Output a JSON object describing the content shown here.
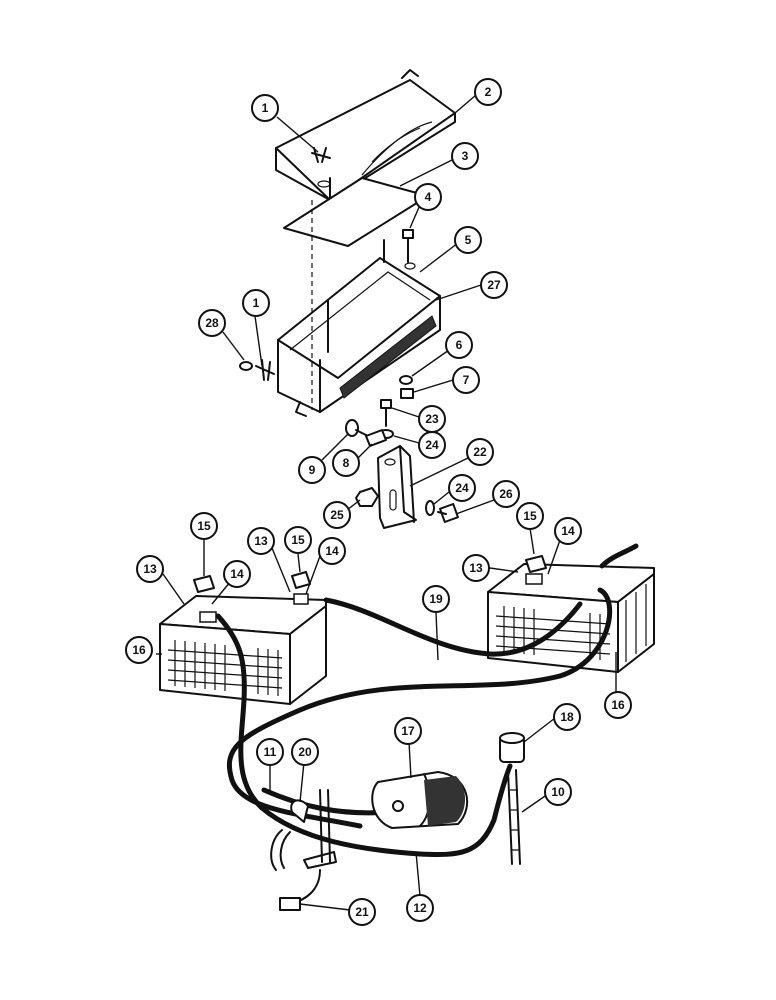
{
  "callouts": [
    {
      "id": "c1a",
      "label": "1"
    },
    {
      "id": "c2",
      "label": "2"
    },
    {
      "id": "c3",
      "label": "3"
    },
    {
      "id": "c4",
      "label": "4"
    },
    {
      "id": "c5",
      "label": "5"
    },
    {
      "id": "c27",
      "label": "27"
    },
    {
      "id": "c28",
      "label": "28"
    },
    {
      "id": "c1b",
      "label": "1"
    },
    {
      "id": "c6",
      "label": "6"
    },
    {
      "id": "c7",
      "label": "7"
    },
    {
      "id": "c23",
      "label": "23"
    },
    {
      "id": "c24a",
      "label": "24"
    },
    {
      "id": "c9",
      "label": "9"
    },
    {
      "id": "c8",
      "label": "8"
    },
    {
      "id": "c22",
      "label": "22"
    },
    {
      "id": "c24b",
      "label": "24"
    },
    {
      "id": "c26",
      "label": "26"
    },
    {
      "id": "c25",
      "label": "25"
    },
    {
      "id": "c15a",
      "label": "15"
    },
    {
      "id": "c13a",
      "label": "13"
    },
    {
      "id": "c15b",
      "label": "15"
    },
    {
      "id": "c14a",
      "label": "14"
    },
    {
      "id": "c13b",
      "label": "13"
    },
    {
      "id": "c14b",
      "label": "14"
    },
    {
      "id": "c15c",
      "label": "15"
    },
    {
      "id": "c14c",
      "label": "14"
    },
    {
      "id": "c13c",
      "label": "13"
    },
    {
      "id": "c19",
      "label": "19"
    },
    {
      "id": "c16a",
      "label": "16"
    },
    {
      "id": "c16b",
      "label": "16"
    },
    {
      "id": "c17",
      "label": "17"
    },
    {
      "id": "c18",
      "label": "18"
    },
    {
      "id": "c11",
      "label": "11"
    },
    {
      "id": "c20",
      "label": "20"
    },
    {
      "id": "c10",
      "label": "10"
    },
    {
      "id": "c12",
      "label": "12"
    },
    {
      "id": "c21",
      "label": "21"
    }
  ]
}
